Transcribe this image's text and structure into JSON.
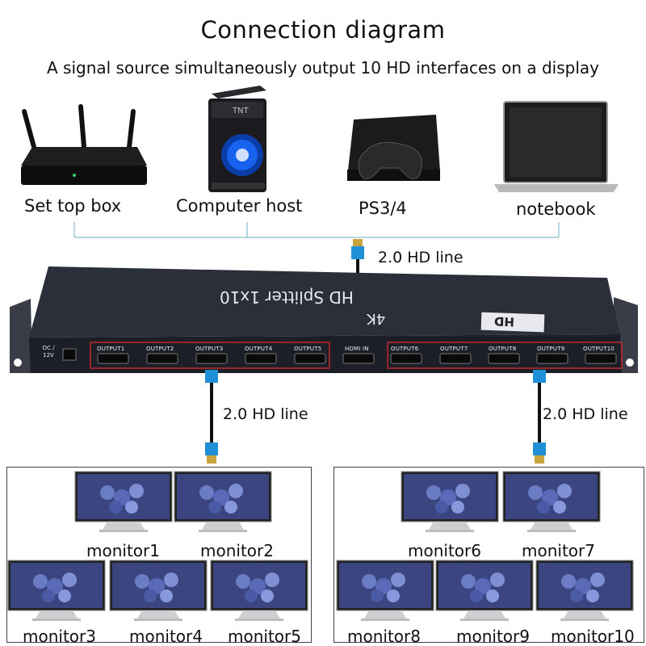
{
  "title": "Connection diagram",
  "subtitle": "A signal source simultaneously output 10 HD interfaces on a display",
  "sources": {
    "set_top_box": "Set top box",
    "computer_host": "Computer host",
    "ps": "PS3/4",
    "notebook": "notebook"
  },
  "cables": {
    "input_label": "2.0 HD line",
    "left_label": "2.0 HD line",
    "right_label": "2.0 HD line"
  },
  "splitter": {
    "model": "HD Splitter 1x10",
    "resolution": "4K",
    "logo": "HD",
    "power_label": "DC / 12V",
    "input_port": "HDMI IN",
    "outputs_left": [
      "OUTPUT1",
      "OUTPUT2",
      "OUTPUT3",
      "OUTPUT4",
      "OUTPUT5"
    ],
    "outputs_right": [
      "OUTPUT6",
      "OUTPUT7",
      "OUTPUT8",
      "OUTPUT9",
      "OUTPUT10"
    ]
  },
  "monitors": {
    "m1": "monitor1",
    "m2": "monitor2",
    "m3": "monitor3",
    "m4": "monitor4",
    "m5": "monitor5",
    "m6": "monitor6",
    "m7": "monitor7",
    "m8": "monitor8",
    "m9": "monitor9",
    "m10": "monitor10"
  },
  "colors": {
    "splitter_body": "#2b2f3a",
    "port_box": "#c0282d",
    "connector_blue": "#1f8fd6",
    "bracket_line": "#9ec9d8",
    "panel_border": "#444444"
  }
}
